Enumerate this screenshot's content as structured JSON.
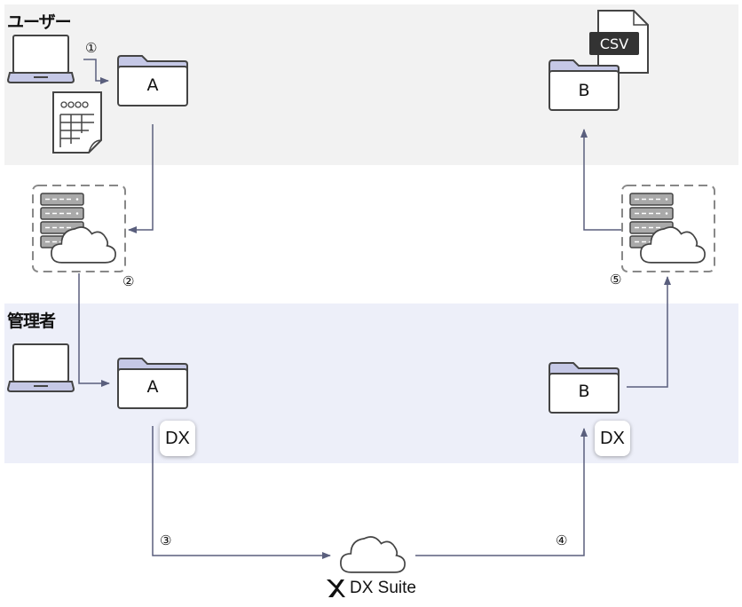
{
  "lanes": {
    "user": {
      "title": "ユーザー",
      "background": "#f2f2f2"
    },
    "admin": {
      "title": "管理者",
      "background": "#edeff9"
    }
  },
  "folders": {
    "user_a": "A",
    "user_b": "B",
    "admin_a": "A",
    "admin_b": "B"
  },
  "file_badge": "CSV",
  "dx_badges": {
    "left": "DX",
    "right": "DX"
  },
  "steps": {
    "s1": "①",
    "s2": "②",
    "s3": "③",
    "s4": "④",
    "s5": "⑤"
  },
  "cloud_service": {
    "name": "DX Suite",
    "icon": "dx-suite-logo-icon"
  },
  "colors": {
    "arrow": "#5a5f7d",
    "folder_tab": "#c5c8e6",
    "stroke": "#444444"
  }
}
